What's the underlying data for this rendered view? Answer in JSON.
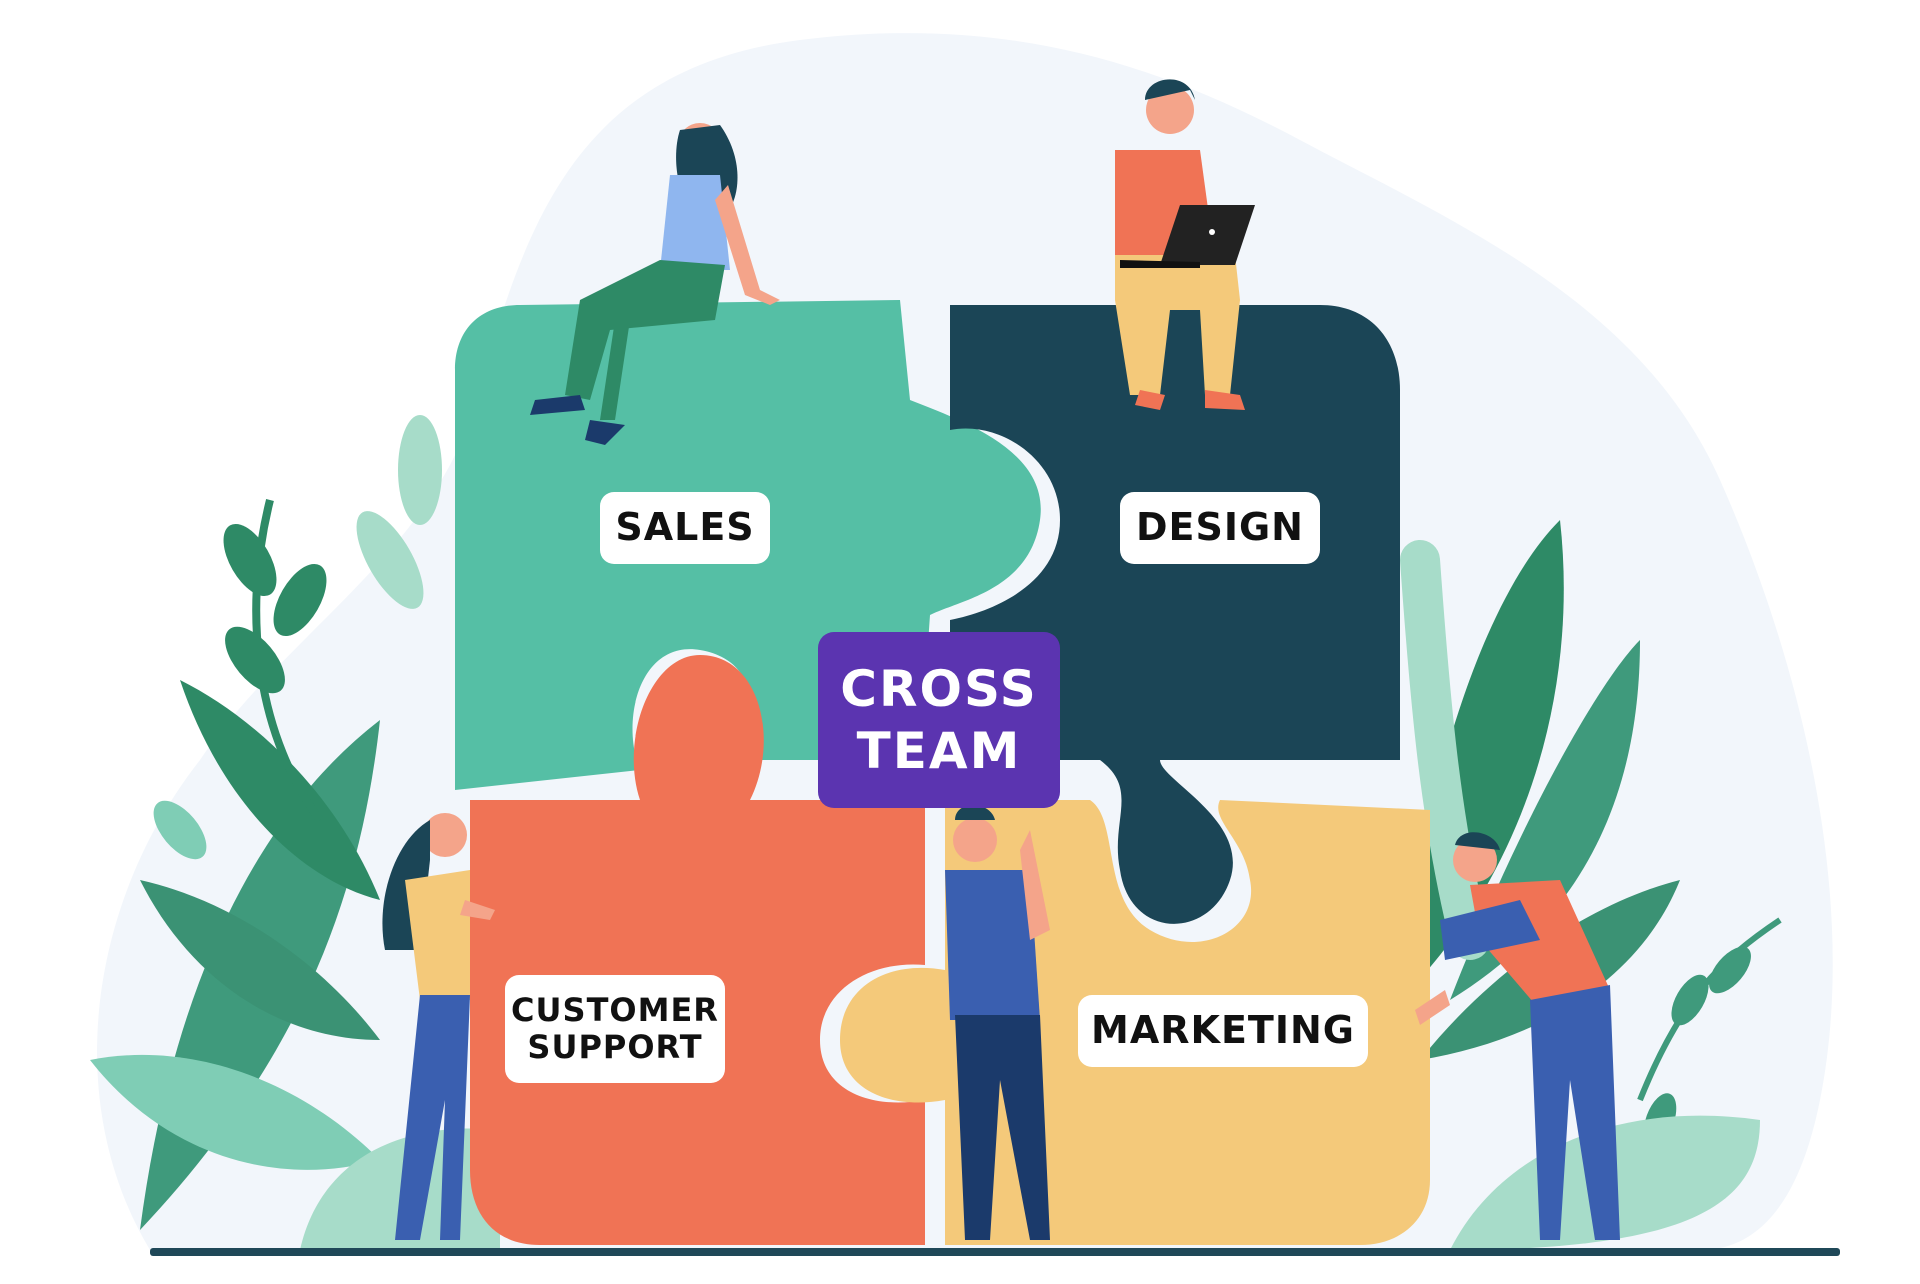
{
  "illustration": {
    "center": {
      "line1": "CROSS",
      "line2": "TEAM",
      "color": "#5b34b0"
    },
    "pieces": [
      {
        "label": "SALES",
        "color": "#55bfa5"
      },
      {
        "label": "DESIGN",
        "color": "#1b4556"
      },
      {
        "label_line1": "CUSTOMER",
        "label_line2": "SUPPORT",
        "color": "#f07355"
      },
      {
        "label": "MARKETING",
        "color": "#f4c97a"
      }
    ],
    "background_blob_color": "#f2f6fb",
    "ground_color": "#1f4858"
  }
}
